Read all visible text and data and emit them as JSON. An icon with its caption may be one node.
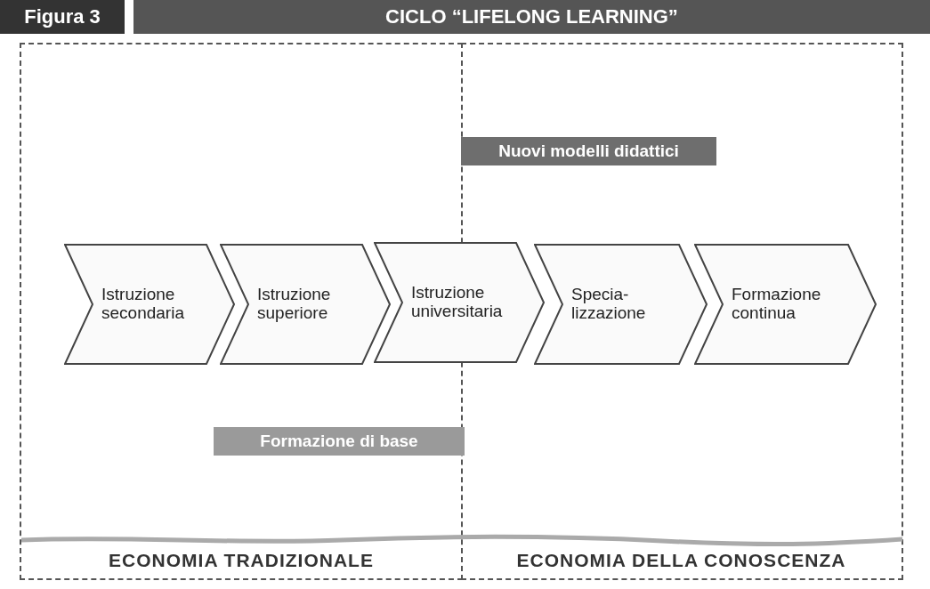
{
  "diagram": {
    "title": "CICLO “LIFELONG LEARNING”",
    "nodes": [
      {
        "text": [
          "ECONOMIA TRADIZIONALE"
        ]
      },
      {
        "text": [
          "ECONOMIA DELLA CONOSCENZA"
        ]
      },
      {
        "text": [
          "Nuovi modelli didattici"
        ],
        "in": 1
      },
      {
        "text": [
          "Istruzione secondaria"
        ],
        "in": 0
      },
      {
        "text": [
          "Istruzione superiore"
        ],
        "in": 0
      },
      {
        "text": [
          "Istruzione universitaria"
        ]
      },
      {
        "text": [
          "Specia- lizzazione"
        ],
        "in": 1
      },
      {
        "text": [
          "Formazione continua"
        ],
        "in": 1
      },
      {
        "text": [
          "Formazione di base"
        ],
        "in": 0
      }
    ],
    "labels": [
      "Figura 3"
    ]
  }
}
